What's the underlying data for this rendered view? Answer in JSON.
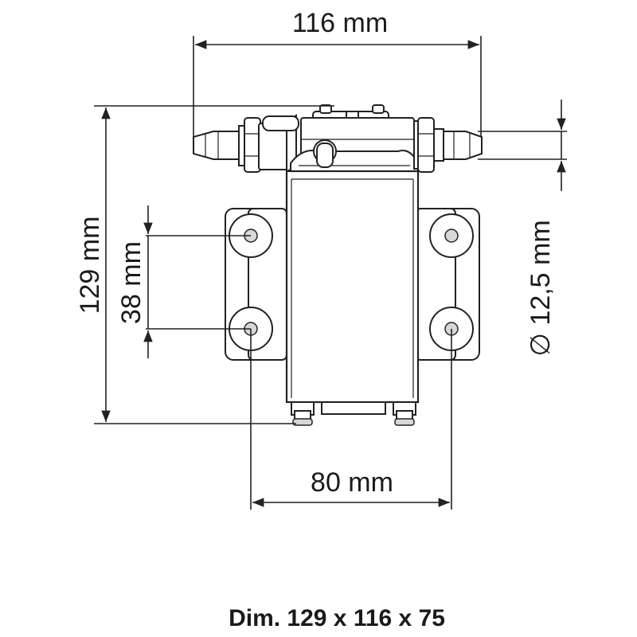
{
  "dimensions": {
    "width_top": "116 mm",
    "height_left": "129 mm",
    "mount_vertical": "38 mm",
    "diameter": "∅ 12,5 mm",
    "mount_horizontal": "80 mm"
  },
  "caption": "Dim. 129 x 116 x 75"
}
